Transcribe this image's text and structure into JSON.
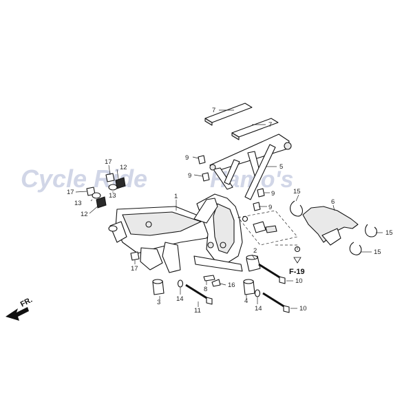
{
  "watermark": {
    "left": "Cycle Ride",
    "right": "Hamo's"
  },
  "direction": {
    "label": "FR."
  },
  "reference": {
    "label": "F-19"
  },
  "callouts": {
    "c1": "1",
    "c2": "2",
    "c3": "3",
    "c4": "4",
    "c5": "5",
    "c6": "6",
    "c7a": "7",
    "c7b": "7",
    "c8": "8",
    "c9a": "9",
    "c9b": "9",
    "c9c": "9",
    "c9d": "9",
    "c10a": "10",
    "c10b": "10",
    "c11": "11",
    "c12a": "12",
    "c12b": "12",
    "c13a": "13",
    "c13b": "13",
    "c14a": "14",
    "c14b": "14",
    "c15a": "15",
    "c15b": "15",
    "c15c": "15",
    "c16": "16",
    "c17a": "17",
    "c17b": "17",
    "c17c": "17"
  }
}
